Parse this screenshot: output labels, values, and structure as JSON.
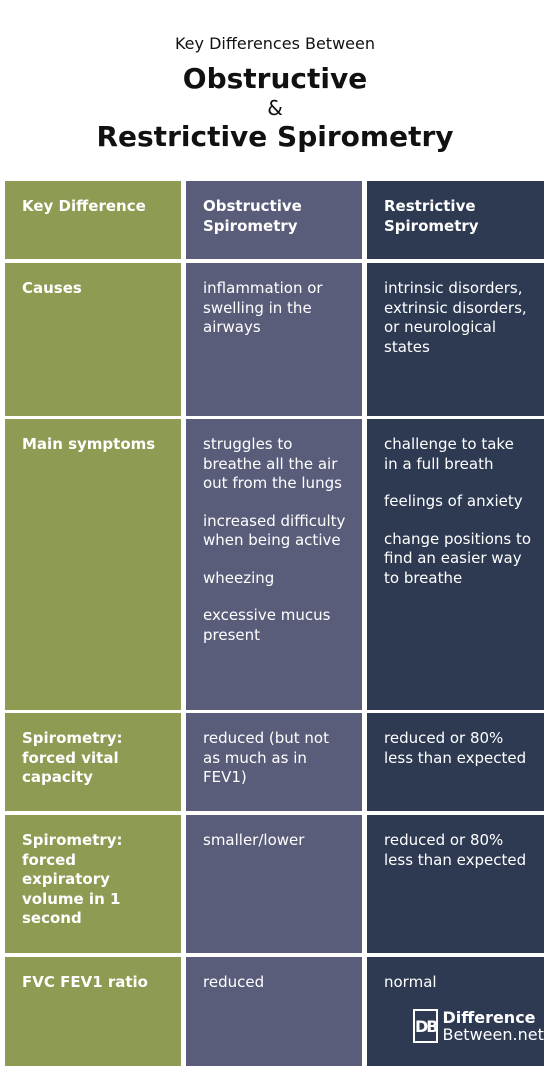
{
  "header": {
    "pre": "Key Differences Between",
    "title1": "Obstructive",
    "amp": "&",
    "title2": "Restrictive Spirometry"
  },
  "colors": {
    "col1": "#8e9b52",
    "col2": "#5a5d7a",
    "col3": "#2d3a52"
  },
  "table": {
    "headers": [
      "Key Difference",
      "Obstructive Spirometry",
      "Restrictive Spirometry"
    ],
    "rows": [
      {
        "label": "Causes",
        "obstructive": [
          "inflammation or swelling in the airways"
        ],
        "restrictive": [
          "intrinsic disorders, extrinsic disorders, or neurological states"
        ]
      },
      {
        "label": "Main symptoms",
        "obstructive": [
          "struggles to breathe all the air out from the lungs",
          "increased difficulty when being active",
          "wheezing",
          "excessive mucus present"
        ],
        "restrictive": [
          "challenge to take in a full breath",
          "feelings of anxiety",
          "change positions to find an easier way to breathe"
        ]
      },
      {
        "label": "Spirometry: forced vital capacity",
        "obstructive": [
          "reduced (but not as much as in FEV1)"
        ],
        "restrictive": [
          "reduced or 80% less than expected"
        ]
      },
      {
        "label": "Spirometry: forced expiratory volume in 1 second",
        "obstructive": [
          "smaller/lower"
        ],
        "restrictive": [
          "reduced or 80% less than expected"
        ]
      },
      {
        "label": "FVC FEV1 ratio",
        "obstructive": [
          "reduced"
        ],
        "restrictive": [
          "normal"
        ]
      }
    ]
  },
  "logo": {
    "mark": "DB",
    "line1": "Difference",
    "line2": "Between.net"
  }
}
